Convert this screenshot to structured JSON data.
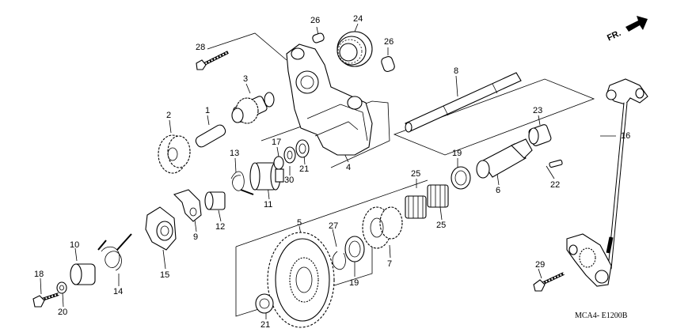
{
  "direction_label": "FR.",
  "diagram_code": "MCA4- E1200B",
  "callouts": [
    {
      "id": "c28",
      "text": "28"
    },
    {
      "id": "c26a",
      "text": "26"
    },
    {
      "id": "c24",
      "text": "24"
    },
    {
      "id": "c26b",
      "text": "26"
    },
    {
      "id": "c3",
      "text": "3"
    },
    {
      "id": "c1",
      "text": "1"
    },
    {
      "id": "c2",
      "text": "2"
    },
    {
      "id": "c8",
      "text": "8"
    },
    {
      "id": "c23",
      "text": "23"
    },
    {
      "id": "c16",
      "text": "16"
    },
    {
      "id": "c13",
      "text": "13"
    },
    {
      "id": "c17",
      "text": "17"
    },
    {
      "id": "c30",
      "text": "30"
    },
    {
      "id": "c21a",
      "text": "21"
    },
    {
      "id": "c4",
      "text": "4"
    },
    {
      "id": "c19a",
      "text": "19"
    },
    {
      "id": "c6",
      "text": "6"
    },
    {
      "id": "c22",
      "text": "22"
    },
    {
      "id": "c25a",
      "text": "25"
    },
    {
      "id": "c11",
      "text": "11"
    },
    {
      "id": "c12",
      "text": "12"
    },
    {
      "id": "c9",
      "text": "9"
    },
    {
      "id": "c25b",
      "text": "25"
    },
    {
      "id": "c5",
      "text": "5"
    },
    {
      "id": "c27",
      "text": "27"
    },
    {
      "id": "c10",
      "text": "10"
    },
    {
      "id": "c15",
      "text": "15"
    },
    {
      "id": "c14",
      "text": "14"
    },
    {
      "id": "c7",
      "text": "7"
    },
    {
      "id": "c19b",
      "text": "19"
    },
    {
      "id": "c18",
      "text": "18"
    },
    {
      "id": "c20",
      "text": "20"
    },
    {
      "id": "c29",
      "text": "29"
    },
    {
      "id": "c21b",
      "text": "21"
    }
  ]
}
